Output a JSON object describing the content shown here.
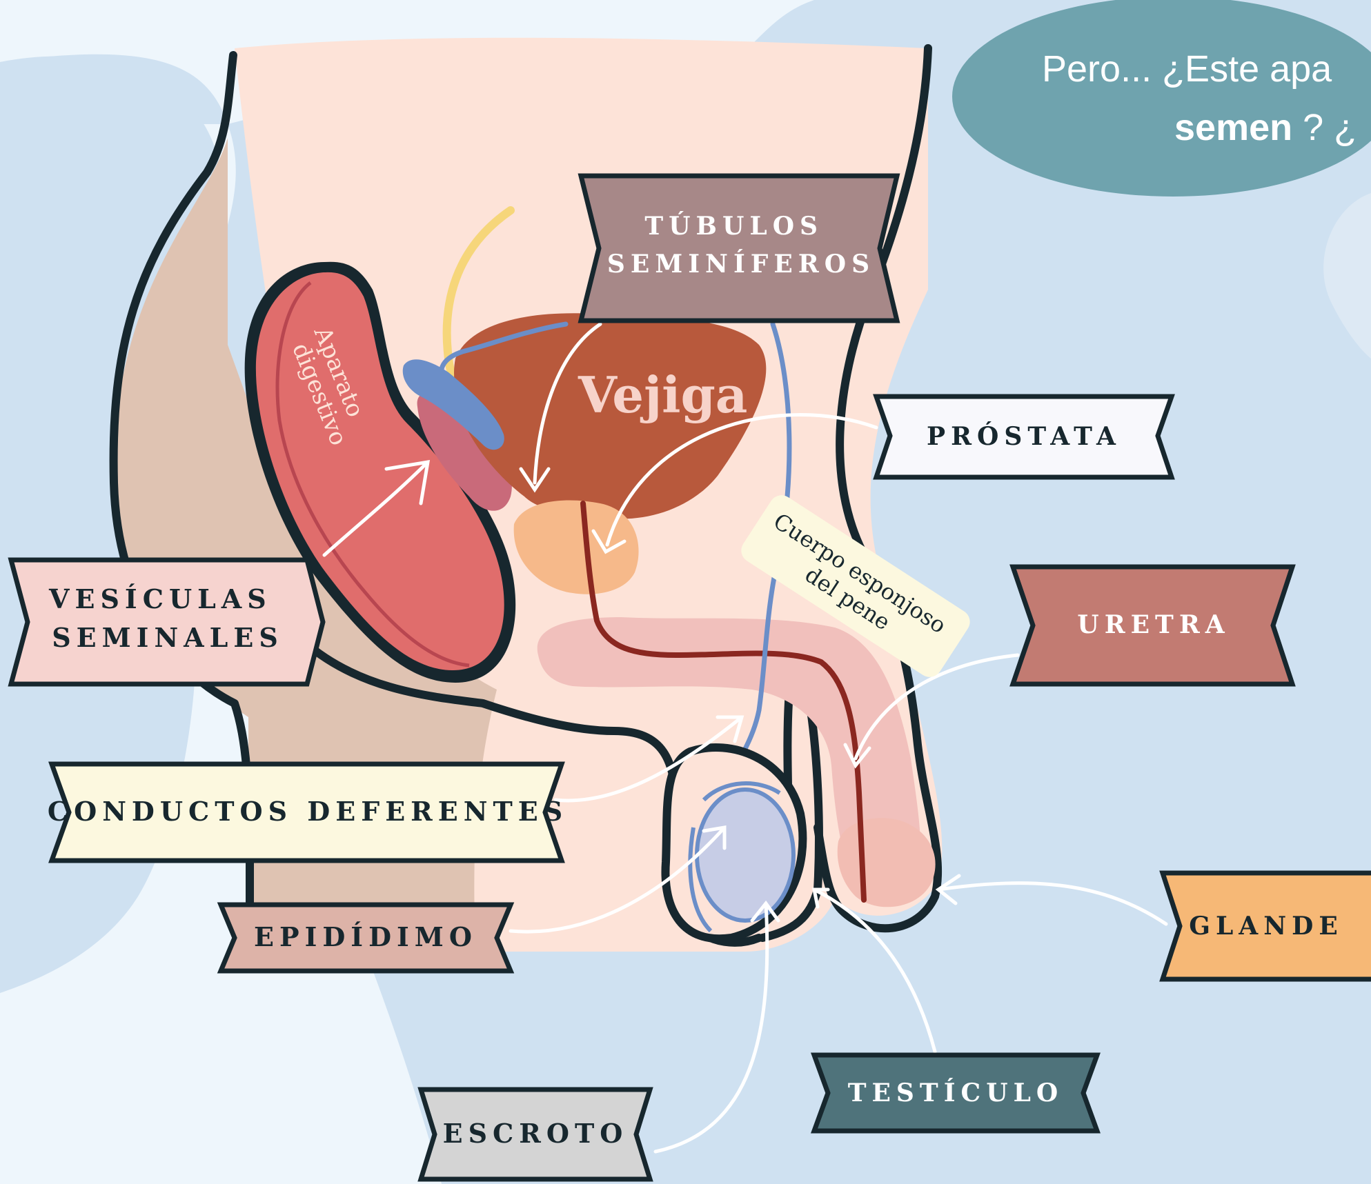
{
  "question": {
    "line1": "Pero... ¿Este apa",
    "line2_bold": "semen",
    "line2_rest": "? ¿"
  },
  "labels": {
    "tubulos_line1": "TÚBULOS",
    "tubulos_line2": "SEMINÍFEROS",
    "prostata": "PRÓSTATA",
    "vesiculas_line1": "VESÍCULAS",
    "vesiculas_line2": "SEMINALES",
    "uretra": "URETRA",
    "conductos": "CONDUCTOS DEFERENTES",
    "epididimo": "EPIDÍDIMO",
    "glande": "GLANDE",
    "testiculo": "TESTÍCULO",
    "escroto": "ESCROTO"
  },
  "organs": {
    "vejiga": "Vejiga",
    "aparato_line1": "Aparato",
    "aparato_line2": "digestivo",
    "cuerpo_line1": "Cuerpo esponjoso",
    "cuerpo_line2": "del pene"
  },
  "colors": {
    "background": "#cfe1f1",
    "skin": "#fde3d8",
    "outline": "#17272e",
    "bladder": "#b8593c",
    "digestive": "#e06d6c",
    "prostate": "#f6b98a",
    "vas_deferens": "#6b8ec8",
    "question_bubble": "#6fa3ae",
    "tubulos_ribbon": "#a78888",
    "prostata_ribbon": "#f8f8fc",
    "vesiculas_ribbon": "#f6d3cf",
    "uretra_ribbon": "#c27b72",
    "conductos_ribbon": "#fcf8df",
    "epididimo_ribbon": "#ddb3a8",
    "glande_ribbon": "#f6b876",
    "testiculo_ribbon": "#4f737b",
    "escroto_ribbon": "#d4d4d4"
  }
}
